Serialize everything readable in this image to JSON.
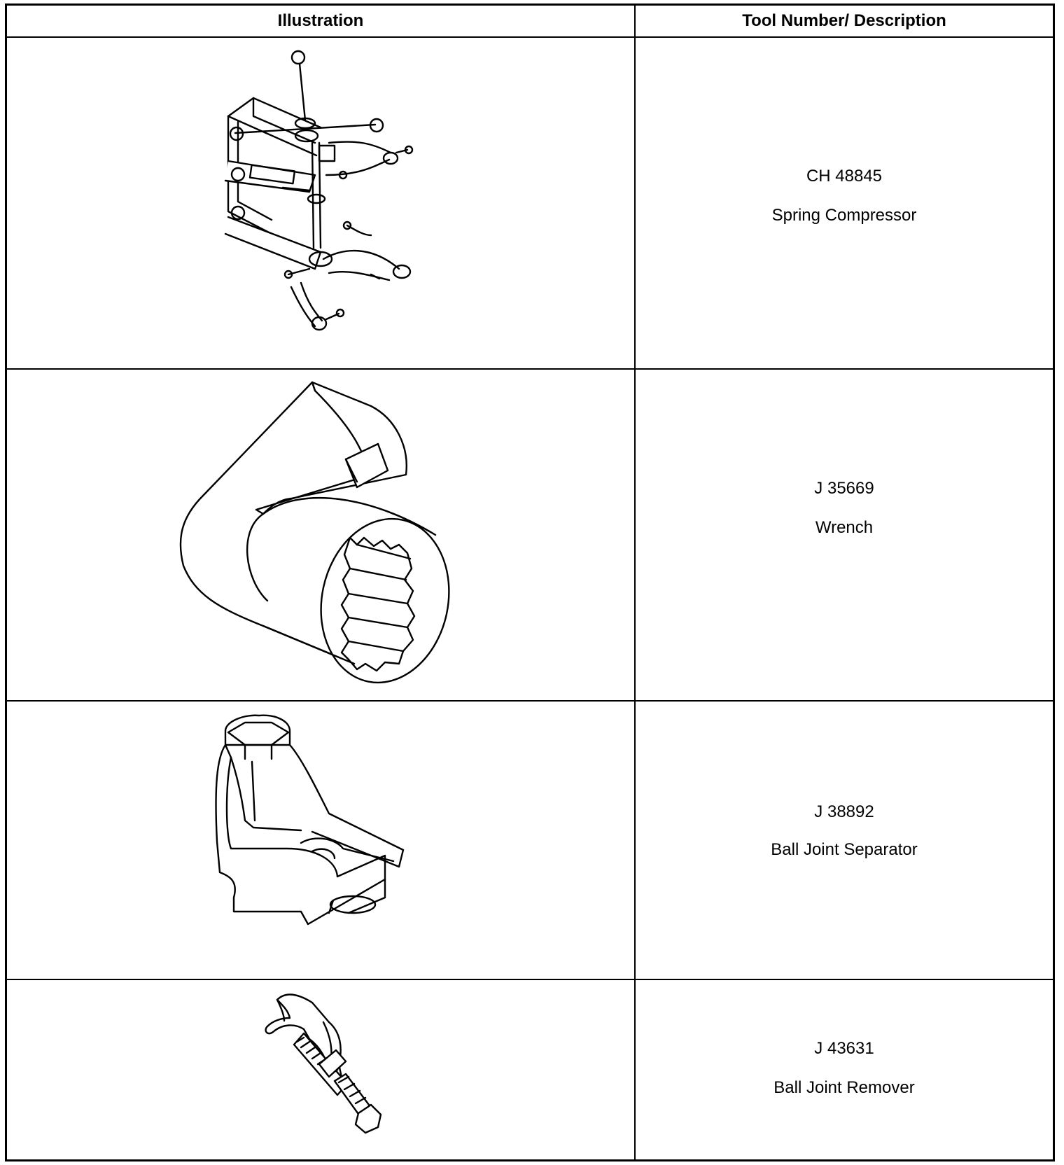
{
  "table": {
    "headers": {
      "illustration": "Illustration",
      "description": "Tool Number/ Description"
    },
    "rows": [
      {
        "tool_number": "CH 48845",
        "description": "Spring Compressor",
        "illustration": "spring-compressor"
      },
      {
        "tool_number": "J 35669",
        "description": "Wrench",
        "illustration": "wrench-socket"
      },
      {
        "tool_number": "J 38892",
        "description": "Ball Joint Separator",
        "illustration": "ball-joint-separator"
      },
      {
        "tool_number": "J 43631",
        "description": "Ball Joint Remover",
        "illustration": "ball-joint-remover"
      }
    ]
  }
}
